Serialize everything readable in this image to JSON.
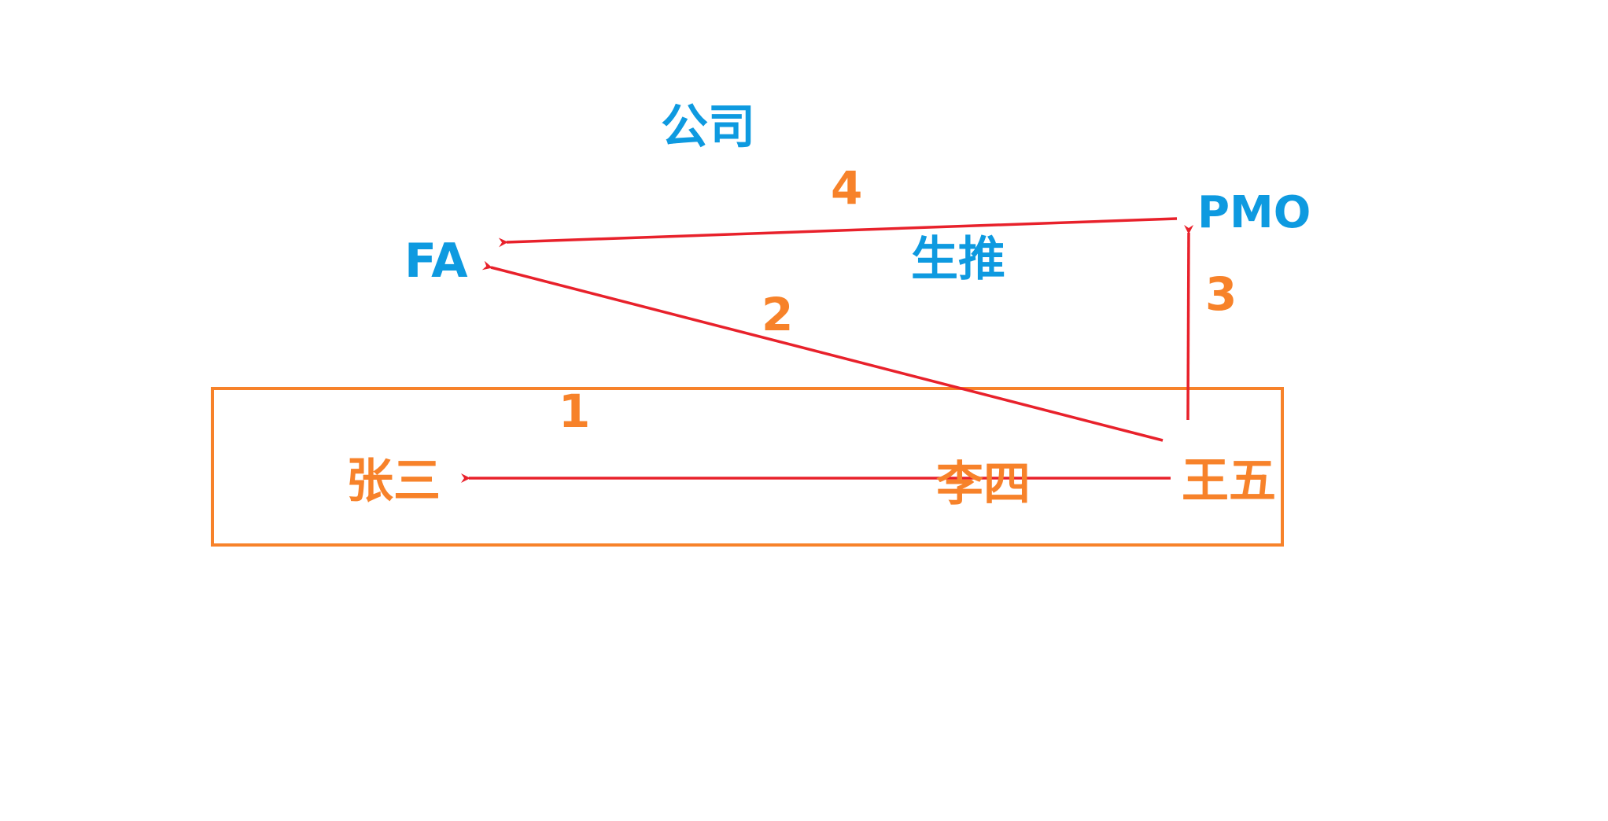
{
  "labels": {
    "company": "公司",
    "fa": "FA",
    "pmo": "PMO",
    "shengtui": "生推",
    "zhangsan": "张三",
    "lisi": "李四",
    "wangwu": "王五"
  },
  "step_numbers": {
    "one": "1",
    "two": "2",
    "three": "3",
    "four": "4"
  },
  "colors": {
    "blue_text": "#0e9ae0",
    "orange_text": "#f7822a",
    "arrow": "#e8212b",
    "box_border": "#f7822a"
  }
}
